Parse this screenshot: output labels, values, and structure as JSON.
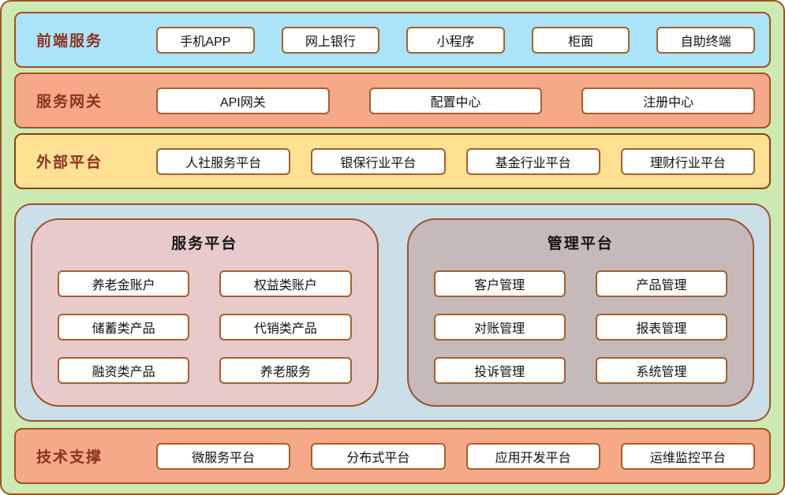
{
  "frontend": {
    "label": "前端服务",
    "items": [
      "手机APP",
      "网上银行",
      "小程序",
      "柜面",
      "自助终端"
    ]
  },
  "gateway": {
    "label": "服务网关",
    "items": [
      "API网关",
      "配置中心",
      "注册中心"
    ]
  },
  "external": {
    "label": "外部平台",
    "items": [
      "人社服务平台",
      "银保行业平台",
      "基金行业平台",
      "理财行业平台"
    ]
  },
  "service_platform": {
    "title": "服务平台",
    "items": [
      "养老金账户",
      "权益类账户",
      "储蓄类产品",
      "代销类产品",
      "融资类产品",
      "养老服务"
    ]
  },
  "management_platform": {
    "title": "管理平台",
    "items": [
      "客户管理",
      "产品管理",
      "对账管理",
      "报表管理",
      "投诉管理",
      "系统管理"
    ]
  },
  "tech_support": {
    "label": "技术支撑",
    "items": [
      "微服务平台",
      "分布式平台",
      "应用开发平台",
      "运维监控平台"
    ]
  },
  "colors": {
    "page_background": "#cdeab3",
    "frontend_band": "#abe3f8",
    "gateway_band": "#f5a988",
    "external_band": "#fee193",
    "middle_container": "#cadfe7",
    "service_panel": "#e9caca",
    "management_panel": "#c5b9b9",
    "border_brown": "#99552a",
    "label_text": "#8d3220",
    "node_background": "#ffffff"
  }
}
